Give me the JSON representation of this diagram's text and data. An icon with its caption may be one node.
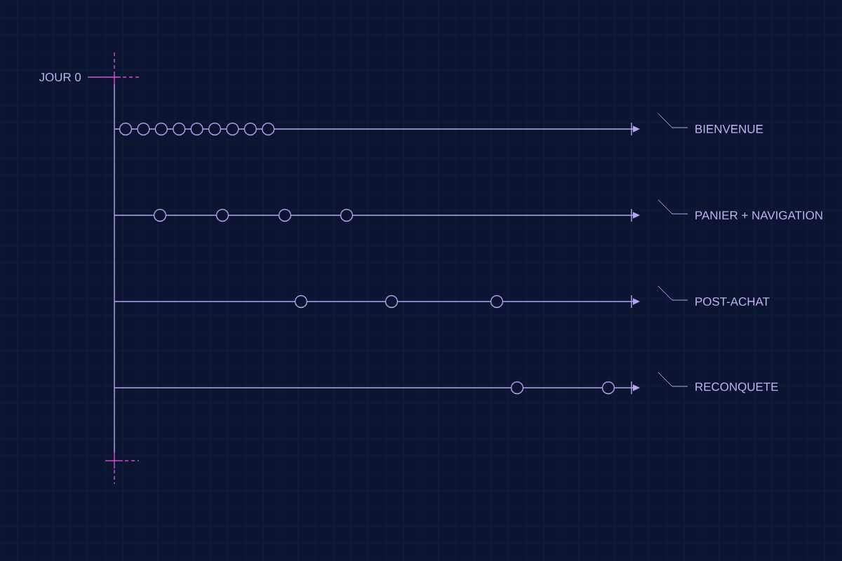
{
  "diagram": {
    "nodes": [
      {
        "text": [
          "BIENVENUE"
        ]
      },
      {
        "text": [
          "PANIER + NAVIGATION"
        ]
      },
      {
        "text": [
          "POST-ACHAT"
        ]
      },
      {
        "text": [
          "RECONQUETE"
        ]
      }
    ],
    "edges": [
      {
        "from": 0,
        "to": null,
        "arrow": "none"
      },
      {
        "from": 1,
        "to": null,
        "arrow": "none"
      },
      {
        "from": 2,
        "to": null,
        "arrow": "none"
      },
      {
        "from": 3,
        "to": null,
        "arrow": "none"
      }
    ],
    "labels": [
      "JOUR 0"
    ]
  }
}
